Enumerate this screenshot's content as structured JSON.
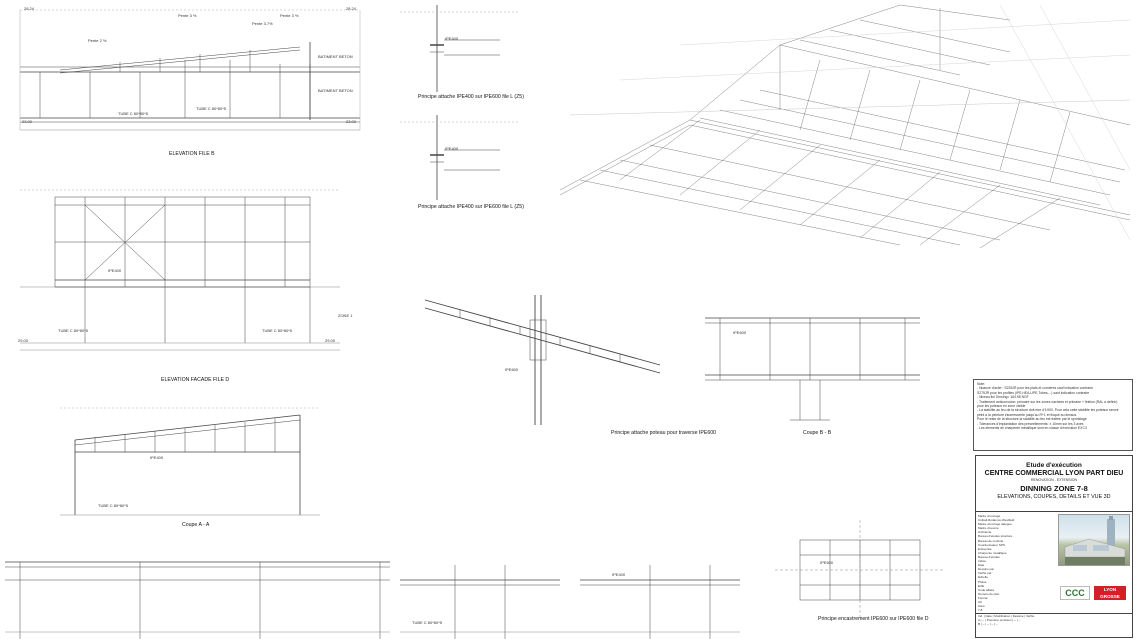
{
  "captions": {
    "elev_b": "ELEVATION FILE B",
    "elev_d": "ELEVATION FACADE FILE D",
    "coupe_a": "Coupe A - A",
    "coupe_b": "Coupe B - B",
    "principe_1": "Principe attache IPE400 sur IPE600 file L (Z5)",
    "principe_2": "Principe attache IPE400 sur IPE600 file L (Z5)",
    "principe_3": "Principe attache poteau pour traverse IPE600",
    "principe_4": "Principe encastrement IPE600 sur IPE600 file D"
  },
  "labels": {
    "pente_1": "Pente 3 %",
    "pente_2": "Pente 3.7%",
    "pente_3": "Pente 2 %",
    "pente_4": "Pente 3 %",
    "batiment_1": "BATIMENT BETON",
    "batiment_2": "BATIMENT BETON",
    "zone": "ZONE 1",
    "tube_1": "TUBE C 80*80*5",
    "tube_2": "TUBE C 80*80*5",
    "tube_3": "TUBE C 80*80*5",
    "tube_4": "TUBE C 80*80*5",
    "tube_5": "TUBE C 80*80*5",
    "tube_6": "TUBE C 80*80*5",
    "ipe_1": "IPE400",
    "ipe_2": "IPE400",
    "ipe_3": "IPE400",
    "ipe_4": "IPE600",
    "ipe_5": "IPE600",
    "ipe_6": "IPE400",
    "ipe_7": "IPE600",
    "ipe_8": "IPE400",
    "level_1": "28.24",
    "level_2": "23.00",
    "level_3": "29.00"
  },
  "notes": [
    "Note:",
    "- Nuance d'acier : S235JR pour les plats et cornieres sauf indication contraire",
    "  S275JR pour les profiles (IPE,HEA,UPE,Tubes,...) sauf indication contraire",
    "- Niveau fini Dinning= 164.98 NGF",
    "- Traitement anticorrosion: primaire sur les zones cachees et primaire + finition (RAL a definir)",
    "  pour les poteaux en zone visible",
    "- La stabilite au feu de la structure doit etre d'1H00. Pour cela cette stabilite les poteaux seront",
    "  peint a la peinture intumescente jusqu'au R+1 et floqué au dessus.",
    "  Pour le reste de la structure la stabilite au feu est traitee par le sprinklage",
    "- Tolerances d'implantation des preseellements: ± 10mm sur les 3 axes",
    "- Les elements de charpente metallique sont en classe d'execution EXC3"
  ],
  "titleblock": {
    "etude": "Etude d'exécution",
    "project": "CENTRE COMMERCIAL LYON PART DIEU",
    "subtitle": "RENOVATION - EXTENSION",
    "zone": "DINNING ZONE 7-8",
    "content": "ELEVATIONS, COUPES, DETAILS ET VUE 3D",
    "list": [
      "Maitre d'ouvrage",
      "Unibail-Rodamco-Westfield",
      "Maitre d'ouvrage delegue",
      "Maitre d'oeuvre",
      "Architecte",
      "Bureau d'etudes structure",
      "Bureau de controle",
      "Coordonnateur SPS",
      "Entreprise",
      "Charpente metallique",
      "Bureau d'etudes",
      "Indice",
      "Date",
      "Dessine par",
      "Verifie par",
      "Echelle",
      "Phase",
      "EXE",
      "Code affaire",
      "Numero de plan",
      "Format",
      "A0",
      "Zone",
      "7-8",
      "Lot",
      "Charpente",
      "Niveau",
      "R+1",
      "Batiment",
      "Centre commercial",
      "Emetteur",
      "CCC",
      "Type de document",
      "Plan"
    ],
    "logo_cc": "CCC",
    "logo_lg_1": "LYON",
    "logo_lg_2": "GROSSE",
    "footer": [
      "Ind. | Date | Modification | Dessine | Verifie",
      "A | -- | Premiere emission | -- | --",
      "B | -- | -- | -- | --"
    ]
  }
}
